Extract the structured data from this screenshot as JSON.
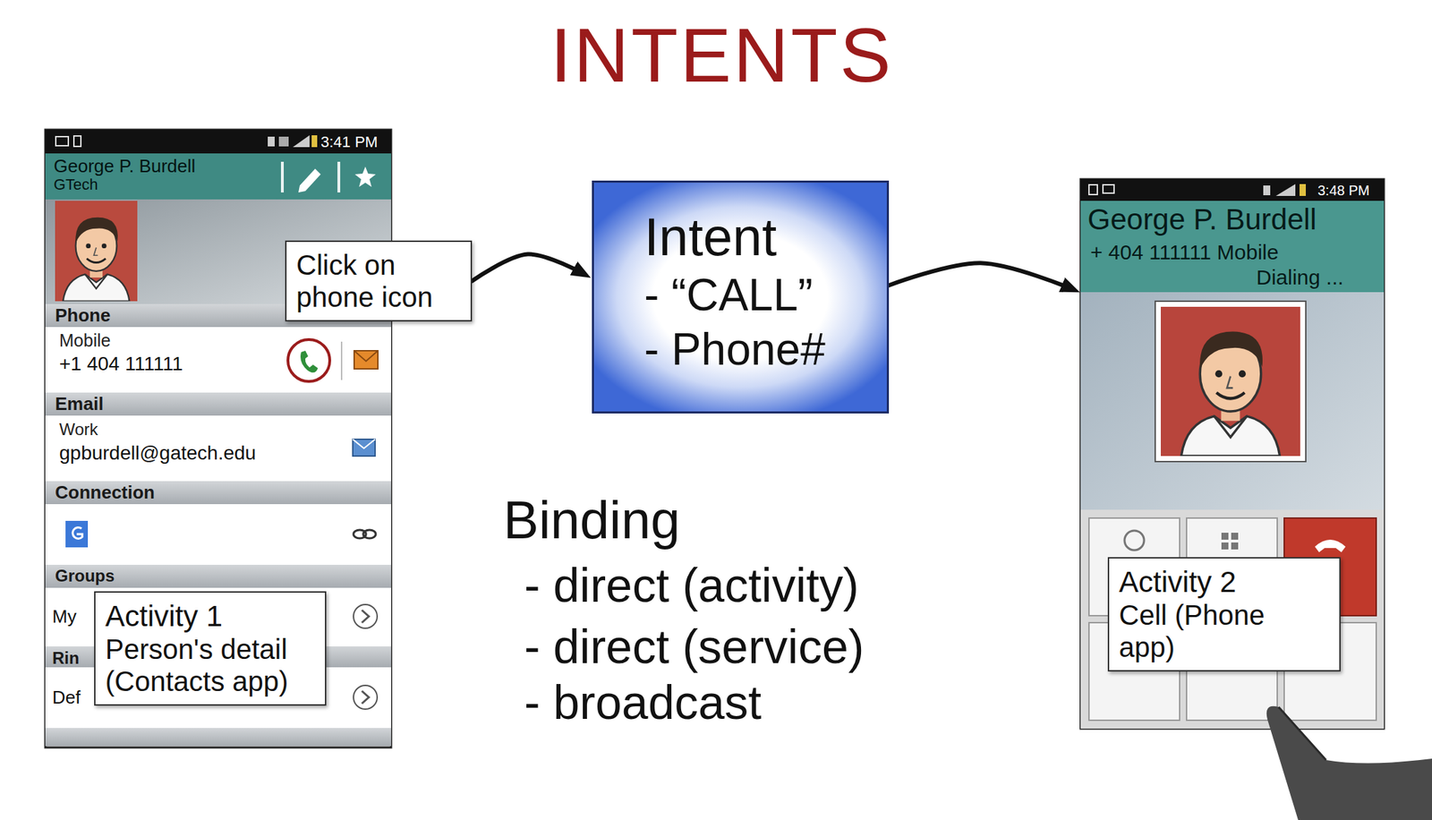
{
  "diagram": {
    "title": "INTENTS",
    "nodes": [
      {
        "text": [
          "3:41 PM",
          "George P. Burdell",
          "GTech",
          "Phone",
          "Mobile",
          "+1 404 111111",
          "Email",
          "Work",
          "gpburdell@gatech.edu",
          "Connection",
          "Groups",
          "My",
          "Rin",
          "Def"
        ]
      },
      {
        "text": [
          "Click on phone icon"
        ]
      },
      {
        "text": [
          "Activity 1",
          "Person's detail (Contacts app)"
        ],
        "in": 0
      },
      {
        "text": [
          "Intent",
          "- “CALL”",
          "- Phone#"
        ]
      },
      {
        "text": [
          "3:48 PM",
          "George P. Burdell",
          "+ 404 111111 Mobile",
          "Dialing ..."
        ]
      },
      {
        "text": [
          "Activity 2",
          "Cell (Phone app)"
        ],
        "in": 4
      }
    ],
    "edges": [
      {
        "from": 1,
        "to": 3,
        "arrow": "to"
      },
      {
        "from": 3,
        "to": 4,
        "arrow": "to"
      }
    ],
    "labels": [
      "Binding",
      "- direct (activity)",
      "- direct (service)",
      "- broadcast"
    ]
  }
}
